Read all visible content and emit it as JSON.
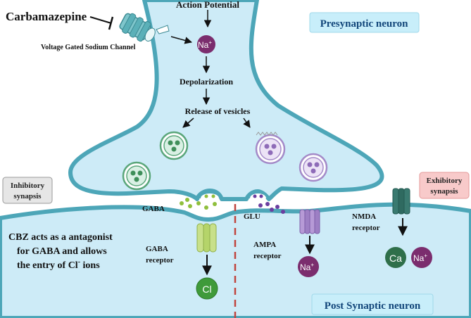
{
  "drug": {
    "name": "Carbamazepine"
  },
  "labels": {
    "action_potential": "Action Potential",
    "vgsc": "Voltage Gated Sodium Channel",
    "depolarization": "Depolarization",
    "release": "Release of vesicles",
    "gaba": "GABA",
    "glu": "GLU",
    "gaba_receptor_1": "GABA",
    "gaba_receptor_2": "receptor",
    "ampa_1": "AMPA",
    "ampa_2": "receptor",
    "nmda_1": "NMDA",
    "nmda_2": "receptor",
    "cbz_1": "CBZ acts as a antagonist",
    "cbz_2": "for  GABA  and  allows",
    "cbz_3": "the entry of Cl",
    "cbz_3_sup": "-",
    "cbz_3_end": " ions"
  },
  "boxes": {
    "presynaptic": "Presynaptic neuron",
    "postsynaptic": "Post Synaptic neuron",
    "inhibitory_1": "Inhibitory",
    "inhibitory_2": "synapsis",
    "exhibitory_1": "Exhibitory",
    "exhibitory_2": "synapsis"
  },
  "ions": {
    "na": "Na",
    "na_sup": "+",
    "cl": "Cl",
    "ca": "Ca"
  },
  "colors": {
    "membrane": "#4da6b8",
    "cytoplasm": "#cdebf7",
    "na": "#7b2d6e",
    "cl": "#3f9a3a",
    "ca": "#2f6f4a",
    "gaba_vesicle": "#5aa67a",
    "glu_vesicle": "#8e6bb8"
  }
}
